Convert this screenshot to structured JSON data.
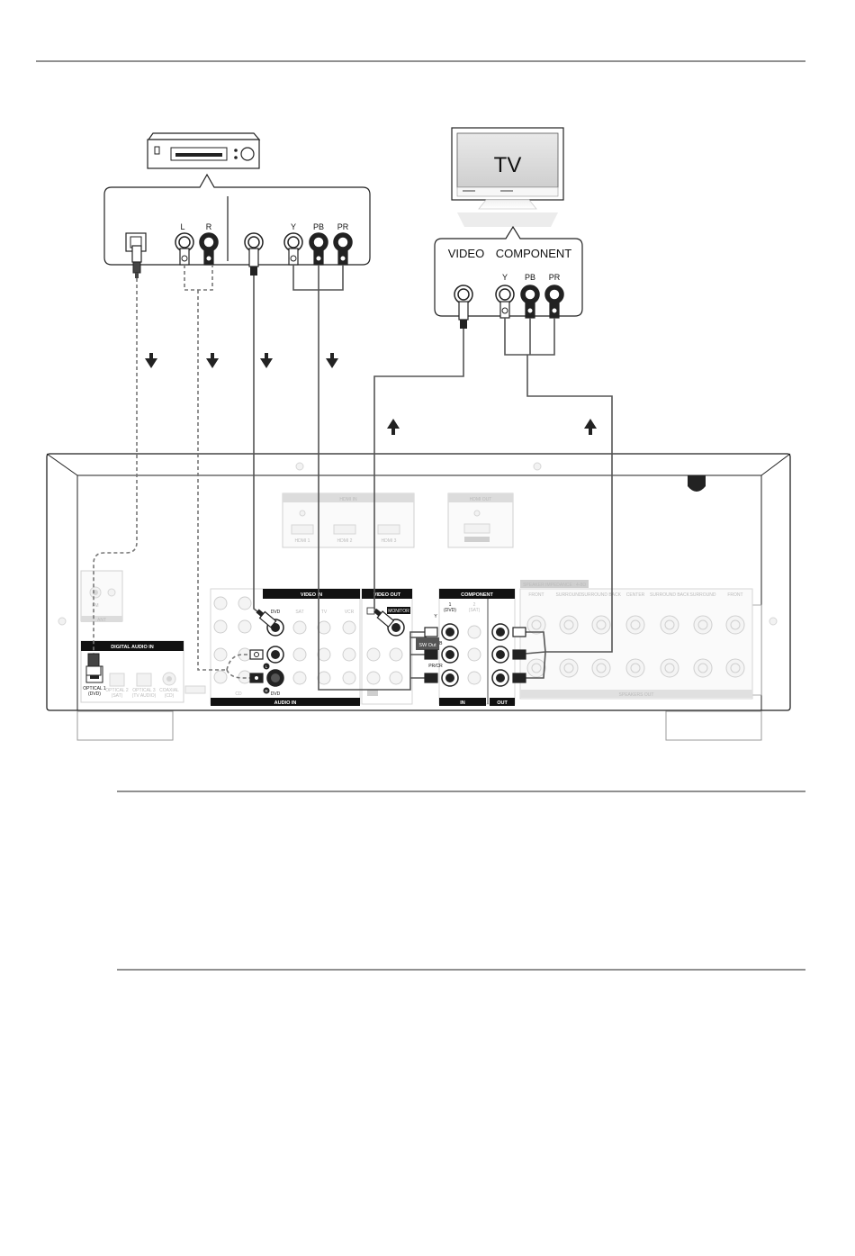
{
  "source_device": {
    "jacks": {
      "audio_left": "L",
      "audio_right": "R",
      "comp_y": "Y",
      "comp_pb": "PB",
      "comp_pr": "PR"
    }
  },
  "tv": {
    "label": "TV",
    "video_label": "VIDEO",
    "component_label": "COMPONENT",
    "jacks": {
      "y": "Y",
      "pb": "PB",
      "pr": "PR"
    }
  },
  "receiver": {
    "digital_audio_in": {
      "header": "DIGITAL AUDIO IN",
      "optical1_line1": "OPTICAL 1",
      "optical1_line2": "(DVD)",
      "optical2": "OPTICAL 2",
      "optical2_sub": "(SAT)",
      "optical3": "OPTICAL 3",
      "optical3_sub": "(TV AUDIO)",
      "coaxial": "COAXIAL",
      "coaxial_sub": "(CD)"
    },
    "antenna": {
      "fm": "FM",
      "ant": "ANT"
    },
    "hdmi_in": {
      "header": "HDMI IN",
      "ports": [
        "HDMI 1",
        "HDMI 2",
        "HDMI 3"
      ]
    },
    "hdmi_out": {
      "header": "HDMI OUT"
    },
    "video_in": {
      "header": "VIDEO IN",
      "columns": [
        "DVD",
        "SAT",
        "TV",
        "VCR"
      ]
    },
    "video_out": {
      "header": "VIDEO OUT",
      "monitor": "MONITOR"
    },
    "audio_in": {
      "header": "AUDIO IN",
      "dvd": "DVD",
      "l_mark": "L",
      "r_mark": "R",
      "cd": "CD"
    },
    "component": {
      "header": "COMPONENT",
      "in1_line1": "1",
      "in1_line2": "(DVD)",
      "in2_line1": "2",
      "in2_line2": "(SAT)",
      "y": "Y",
      "pb": "PB/CB",
      "pr": "PR/CR",
      "sw_out": "SW Out",
      "in_label": "IN",
      "out_label": "OUT"
    },
    "speakers": {
      "impedance": "SPEAKER IMPEDANCE : 4-8Ω",
      "columns": [
        "FRONT",
        "SURROUND",
        "SURROUND BACK",
        "CENTER",
        "SURROUND BACK",
        "SURROUND",
        "FRONT"
      ],
      "footer": "SPEAKERS OUT"
    }
  }
}
